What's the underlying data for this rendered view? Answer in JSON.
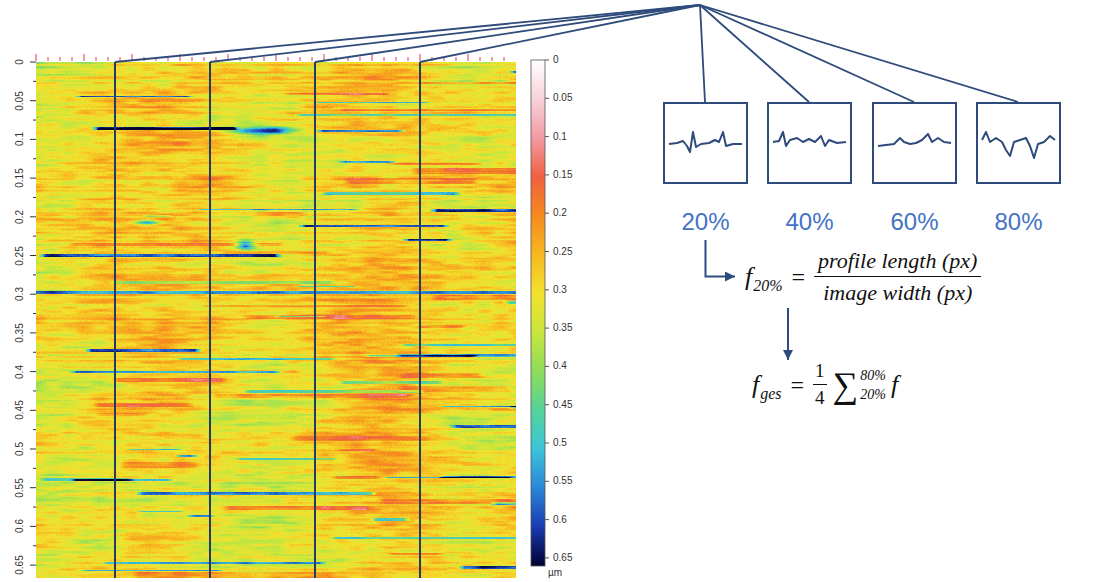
{
  "diagram": {
    "nodes": [
      {
        "text": [
          "20%"
        ]
      },
      {
        "text": [
          "40%"
        ]
      },
      {
        "text": [
          "60%"
        ]
      },
      {
        "text": [
          "80%"
        ]
      },
      {
        "text": [
          "f",
          "20%",
          "=",
          "profile length (px)",
          "image width (px)"
        ]
      },
      {
        "text": [
          "f",
          "ges",
          "=",
          "1",
          "4",
          "∑",
          "80%",
          "20%",
          "f"
        ]
      }
    ],
    "edges": [
      {
        "from": 0,
        "to": 4,
        "arrow": "to"
      },
      {
        "from": 4,
        "to": 5,
        "arrow": "to"
      }
    ],
    "labels": [
      "0",
      "0.05",
      "0.1",
      "0.15",
      "0.2",
      "0.25",
      "0.3",
      "0.35",
      "0.4",
      "0.45",
      "0.5",
      "0.55",
      "0.6",
      "0.65",
      "0",
      "0.05",
      "0.1",
      "0.15",
      "0.2",
      "0.25",
      "0.3",
      "0.35",
      "0.4",
      "0.45",
      "0.5",
      "0.55",
      "0.6",
      "0.65",
      "µm"
    ]
  }
}
